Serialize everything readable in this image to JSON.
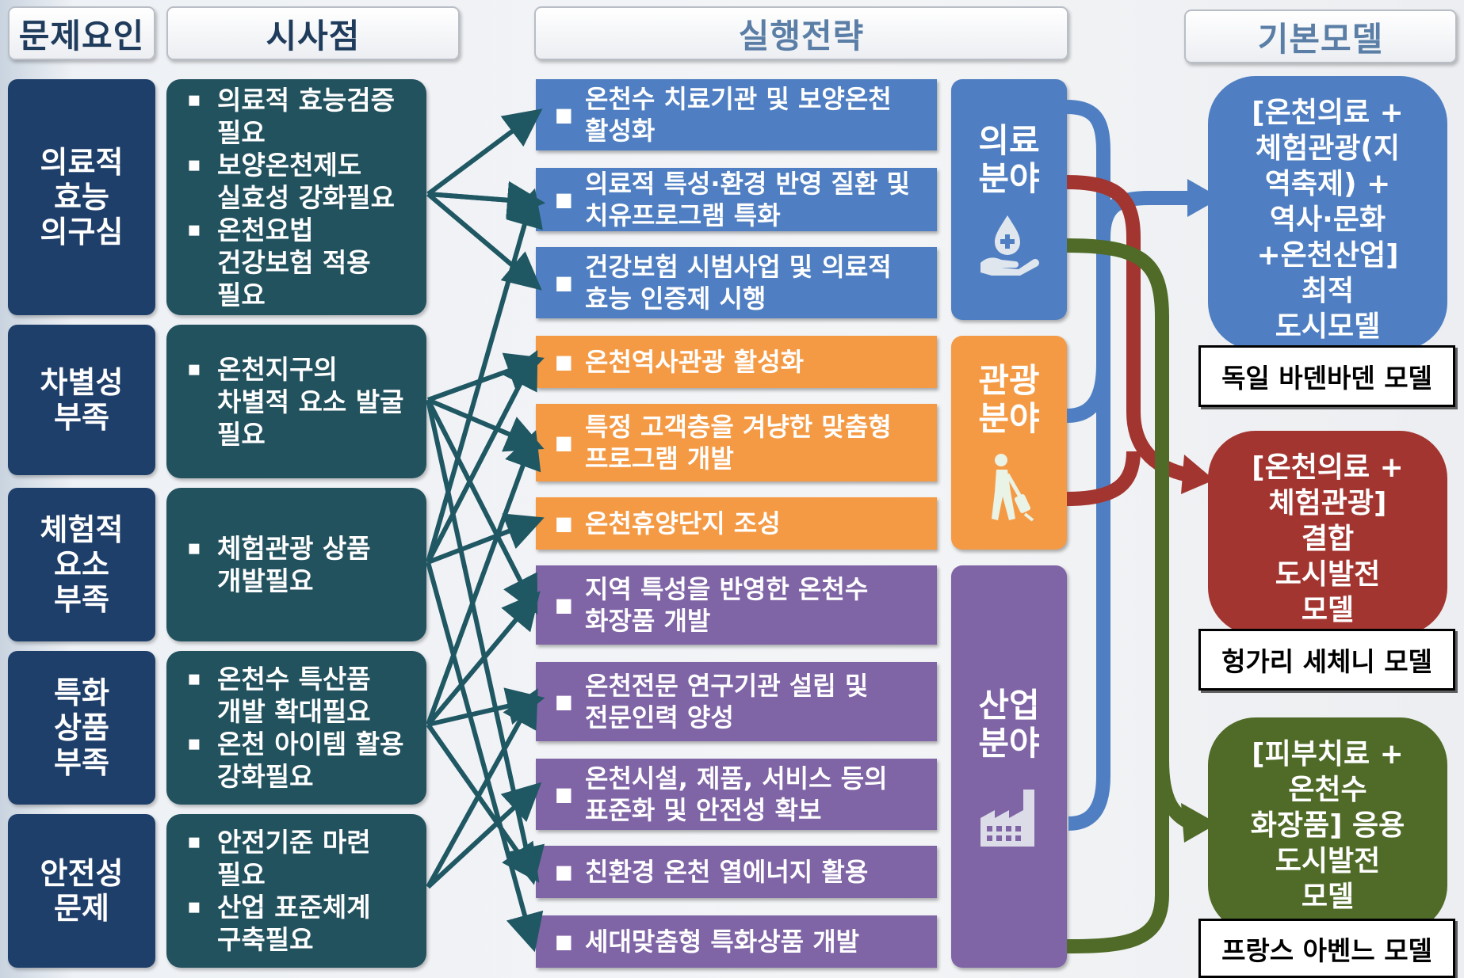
{
  "headers": {
    "problem": "문제요인",
    "implication": "시사점",
    "strategy": "실행전략",
    "model": "기본모델"
  },
  "problems": [
    "의료적\n효능\n의구심",
    "차별성\n부족",
    "체험적\n요소\n부족",
    "특화\n상품\n부족",
    "안전성\n문제"
  ],
  "implications": [
    [
      "의료적 효능검증\n필요",
      "보양온천제도\n실효성 강화필요",
      "온천요법\n건강보험 적용\n필요"
    ],
    [
      "온천지구의\n차별적 요소 발굴\n필요"
    ],
    [
      "체험관광 상품\n개발필요"
    ],
    [
      "온천수 특산품\n개발 확대필요",
      "온천 아이템 활용\n강화필요"
    ],
    [
      "안전기준 마련\n필요",
      "산업 표준체계\n구축필요"
    ]
  ],
  "strategies": [
    "온천수 치료기관 및 보양온천\n활성화",
    "의료적 특성·환경 반영 질환 및\n치유프로그램 특화",
    "건강보험 시범사업 및 의료적\n효능 인증제 시행",
    "온천역사관광 활성화",
    "특정 고객층을 겨냥한 맞춤형\n프로그램 개발",
    "온천휴양단지 조성",
    "지역 특성을 반영한 온천수\n화장품 개발",
    "온천전문 연구기관 설립 및\n전문인력 양성",
    "온천시설, 제품, 서비스 등의\n표준화 및 안전성 확보",
    "친환경 온천 열에너지 활용",
    "세대맞춤형 특화상품 개발"
  ],
  "fields": [
    {
      "label": "의료\n분야",
      "icon": "medical-hand-drop-icon",
      "color": "#4f7fc2"
    },
    {
      "label": "관광\n분야",
      "icon": "traveler-icon",
      "color": "#f59a44"
    },
    {
      "label": "산업\n분야",
      "icon": "factory-icon",
      "color": "#7f64a6"
    }
  ],
  "models": [
    {
      "text": "[온천의료 +\n체험관광(지\n역축제) +\n역사·문화\n+온천산업]\n최적\n도시모델",
      "name": "독일 바덴바덴 모델",
      "color": "#4f7fc2"
    },
    {
      "text": "[온천의료 +\n체험관광]\n결합\n도시발전\n모델",
      "name": "헝가리 세체니 모델",
      "color": "#a33530"
    },
    {
      "text": "[피부치료 +\n온천수\n화장품] 응용\n도시발전\n모델",
      "name": "프랑스 아벤느 모델",
      "color": "#4f6b27"
    }
  ],
  "colors": {
    "problem": "#1f3f6b",
    "implication": "#23525f",
    "medical": "#4f7fc2",
    "tourism": "#f59a44",
    "industry": "#7f64a6",
    "arrow": "#1f5763",
    "flow_blue": "#4f7fc2",
    "flow_red": "#a33530",
    "flow_green": "#4f6b27"
  }
}
